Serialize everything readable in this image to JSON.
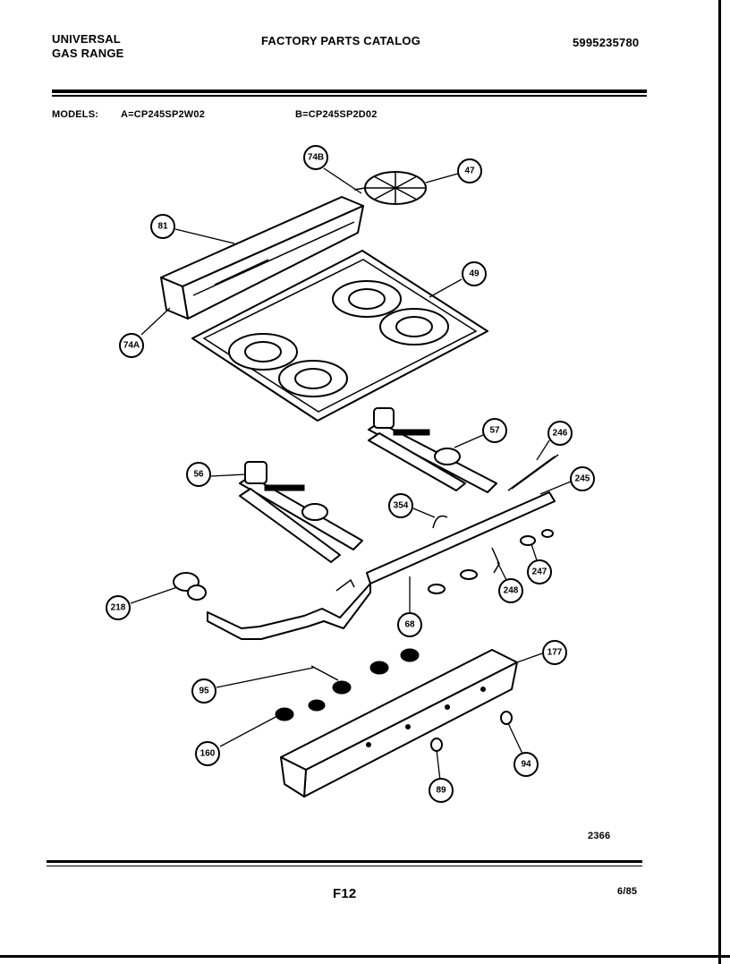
{
  "header": {
    "brand_line1": "UNIVERSAL",
    "brand_line2": "GAS RANGE",
    "catalog_title": "FACTORY PARTS CATALOG",
    "catalog_number": "5995235780"
  },
  "models": {
    "label": "MODELS:",
    "model_a": "A=CP245SP2W02",
    "model_b": "B=CP245SP2D02"
  },
  "callouts": [
    "81",
    "74B",
    "47",
    "49",
    "74A",
    "57",
    "246",
    "245",
    "56",
    "354",
    "218",
    "247",
    "248",
    "68",
    "177",
    "95",
    "160",
    "94",
    "89"
  ],
  "footer": {
    "drawing_number": "2366",
    "page_id": "F12",
    "date": "6/85"
  }
}
